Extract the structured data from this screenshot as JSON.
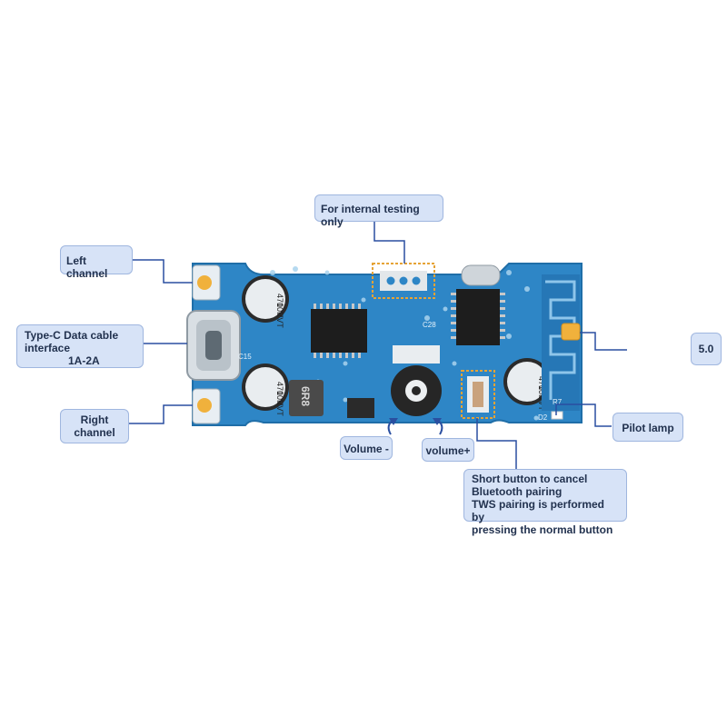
{
  "labels": {
    "testing": "For internal testing only",
    "left_channel": "Left channel",
    "typec_line1": "Type-C Data cable",
    "typec_line2": "interface",
    "typec_line3": "1A-2A",
    "right_line1": "Right",
    "right_line2": "channel",
    "bt_version": "5.0",
    "pilot_lamp": "Pilot lamp",
    "volume_minus": "Volume -",
    "volume_plus": "volume+",
    "button_line1": "Short button to cancel",
    "button_line2": "Bluetooth pairing",
    "button_line3": "TWS pairing is performed by",
    "button_line4": "pressing the normal button"
  },
  "board_markings": {
    "cap1_line1": "470",
    "cap1_line2": "10V",
    "cap1_line3": "RVT",
    "cap2_line1": "470",
    "cap2_line2": "10V",
    "cap2_line3": "RVT",
    "cap3_line1": "470",
    "cap3_line2": "10V",
    "cap3_line3": "RVT",
    "inductor": "6R8",
    "c28": "C28",
    "c15": "C15",
    "d2": "D2",
    "r7": "R7"
  },
  "colors": {
    "board": "#2e86c6",
    "board_edge": "#1f6ea8",
    "label_bg": "#d7e3f7",
    "leader_line": "#2a4fa0",
    "pad_gold": "#f0b13c"
  }
}
